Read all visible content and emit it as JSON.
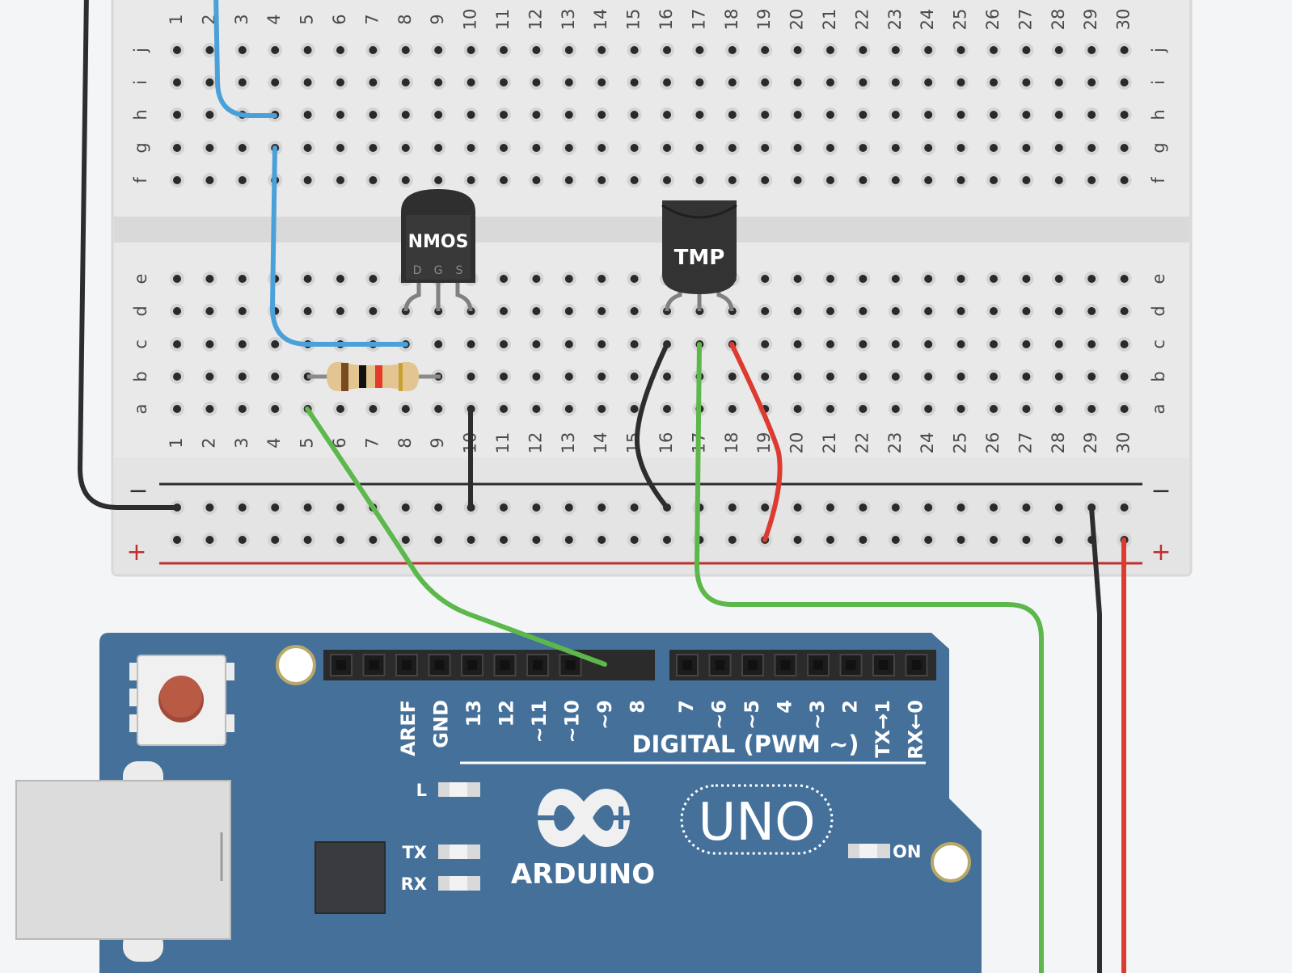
{
  "breadboard": {
    "columns": [
      "1",
      "2",
      "3",
      "4",
      "5",
      "6",
      "7",
      "8",
      "9",
      "10",
      "11",
      "12",
      "13",
      "14",
      "15",
      "16",
      "17",
      "18",
      "19",
      "20",
      "21",
      "22",
      "23",
      "24",
      "25",
      "26",
      "27",
      "28",
      "29",
      "30"
    ],
    "top_rows": [
      "j",
      "i",
      "h",
      "g",
      "f"
    ],
    "bottom_rows": [
      "e",
      "d",
      "c",
      "b",
      "a"
    ],
    "rail_minus": "−",
    "rail_plus": "+"
  },
  "components": {
    "nmos": {
      "label": "NMOS",
      "pins": [
        "D",
        "G",
        "S"
      ]
    },
    "tmp": {
      "label": "TMP"
    }
  },
  "arduino": {
    "header_left": [
      "AREF",
      "GND",
      "13",
      "12",
      "~11",
      "~10",
      "~9",
      "8"
    ],
    "header_right": [
      "7",
      "~6",
      "~5",
      "4",
      "~3",
      "2",
      "TX→1",
      "RX←0"
    ],
    "digital_label": "DIGITAL (PWM ~)",
    "led_l": "L",
    "led_tx": "TX",
    "led_rx": "RX",
    "brand": "ARDUINO",
    "model": "UNO",
    "on_label": "ON"
  },
  "colors": {
    "board_blue": "#44709a",
    "wire_blue": "#4aa0d8",
    "wire_green": "#5cb84a",
    "wire_red": "#dd3a30",
    "wire_black": "#2d2d2d"
  }
}
